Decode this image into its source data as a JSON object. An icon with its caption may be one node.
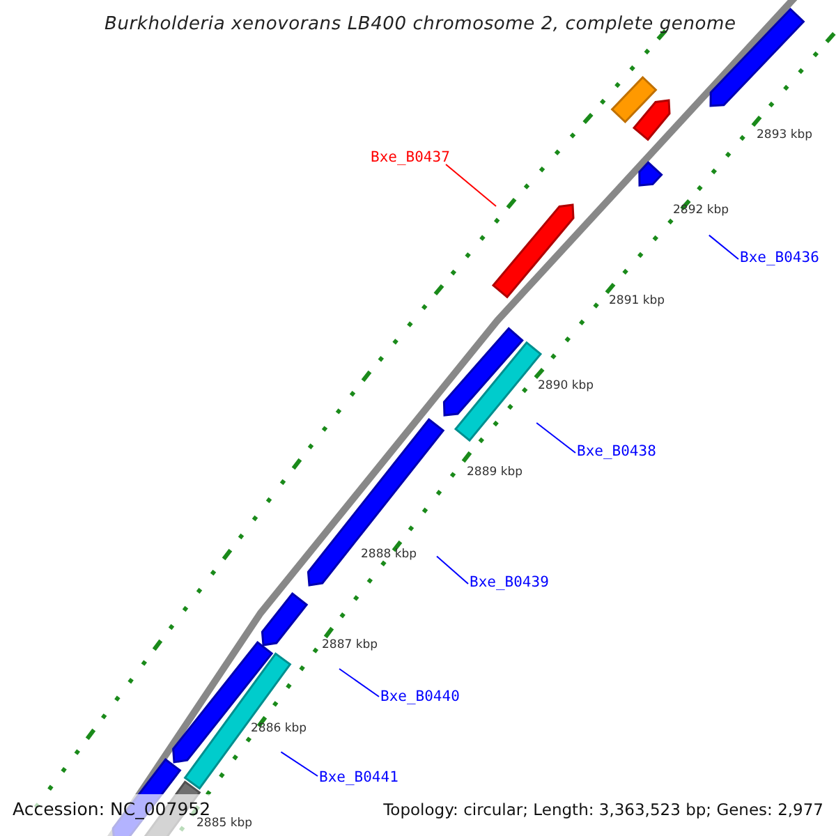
{
  "diagram": {
    "title": "Burkholderia xenovorans LB400 chromosome 2, complete genome",
    "nodes": [
      {
        "text": [
          "Bxe_B0437"
        ]
      },
      {
        "text": [
          "Bxe_B0436"
        ]
      },
      {
        "text": [
          "Bxe_B0438"
        ]
      },
      {
        "text": [
          "Bxe_B0439"
        ]
      },
      {
        "text": [
          "Bxe_B0440"
        ]
      },
      {
        "text": [
          "Bxe_B0441"
        ]
      }
    ],
    "edges": [
      {
        "from": 0,
        "to": null,
        "arrow": "none",
        "color": "#ff0000"
      },
      {
        "from": 1,
        "to": null,
        "arrow": "none"
      },
      {
        "from": 2,
        "to": null,
        "arrow": "none"
      },
      {
        "from": 3,
        "to": null,
        "arrow": "none"
      },
      {
        "from": 4,
        "to": null,
        "arrow": "none"
      },
      {
        "from": 5,
        "to": null,
        "arrow": "none"
      }
    ],
    "labels": [
      "2893 kbp",
      "2892 kbp",
      "2891 kbp",
      "2890 kbp",
      "2889 kbp",
      "2888 kbp",
      "2887 kbp",
      "2886 kbp",
      "2885 kbp",
      "Accession: NC_007952",
      "Topology: circular; Length: 3,363,523 bp; Genes: 2,977"
    ]
  }
}
